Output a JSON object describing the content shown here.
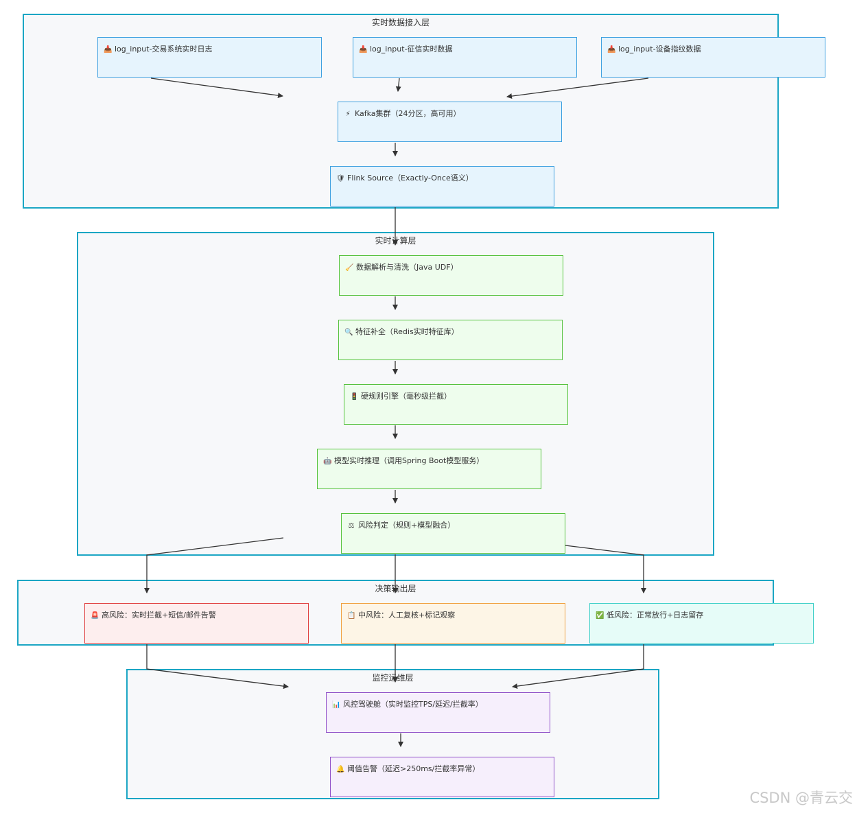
{
  "layers": {
    "ingest": "实时数据接入层",
    "compute": "实时计算层",
    "decision": "决策输出层",
    "monitor": "监控运维层"
  },
  "nodes": {
    "log_trade": {
      "icon": "inbox-tray-icon",
      "glyph": "📥",
      "label": "log_input-交易系统实时日志"
    },
    "log_credit": {
      "icon": "inbox-tray-icon",
      "glyph": "📥",
      "label": "log_input-征信实时数据"
    },
    "log_device": {
      "icon": "inbox-tray-icon",
      "glyph": "📥",
      "label": "log_input-设备指纹数据"
    },
    "kafka": {
      "icon": "lightning-icon",
      "glyph": "⚡",
      "label": "Kafka集群（24分区，高可用）"
    },
    "flink": {
      "icon": "shield-icon",
      "glyph": "🛡",
      "label": "Flink Source（Exactly-Once语义）"
    },
    "parse": {
      "icon": "broom-icon",
      "glyph": "🧹",
      "label": "数据解析与清洗（Java UDF）"
    },
    "feature": {
      "icon": "magnifier-icon",
      "glyph": "🔍",
      "label": "特征补全（Redis实时特征库）"
    },
    "rule": {
      "icon": "traffic-light-icon",
      "glyph": "🚦",
      "label": "硬规则引擎（毫秒级拦截）"
    },
    "model": {
      "icon": "robot-icon",
      "glyph": "🤖",
      "label": "模型实时推理（调用Spring Boot模型服务）"
    },
    "judge": {
      "icon": "scales-icon",
      "glyph": "⚖",
      "label": "风险判定（规则+模型融合）"
    },
    "high": {
      "icon": "siren-icon",
      "glyph": "🚨",
      "label": "高风险：实时拦截+短信/邮件告警"
    },
    "mid": {
      "icon": "clipboard-icon",
      "glyph": "📋",
      "label": "中风险：人工复核+标记观察"
    },
    "low": {
      "icon": "check-mark-icon",
      "glyph": "✅",
      "label": "低风险：正常放行+日志留存"
    },
    "cockpit": {
      "icon": "bar-chart-icon",
      "glyph": "📊",
      "label": "风控驾驶舱（实时监控TPS/延迟/拦截率）"
    },
    "alert": {
      "icon": "bell-icon",
      "glyph": "🔔",
      "label": "阈值告警（延迟>250ms/拦截率异常）"
    }
  },
  "watermark": "CSDN @青云交",
  "colors": {
    "layer_border": "#1ba6c4",
    "edge": "#333333"
  }
}
